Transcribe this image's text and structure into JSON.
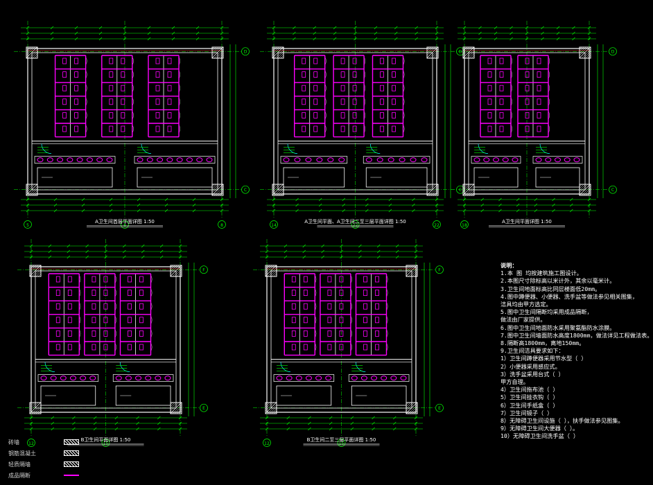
{
  "colors": {
    "background": "#000000",
    "wall": "#ffffff",
    "fixture": "#ff00ff",
    "dimension": "#00ff00",
    "axis": "#00ff00",
    "annotation": "#00ffff",
    "red_axis": "#ff3030",
    "blue": "#3b5cff"
  },
  "plans": [
    {
      "id": "plan-1",
      "title": "A卫生间首层平面详图",
      "scale": "1:50",
      "axes": [
        "5",
        "8",
        "8"
      ],
      "rows": [
        "D",
        "C"
      ]
    },
    {
      "id": "plan-2",
      "title": "A卫生间平面、A卫生间二至三层平面详图",
      "scale": "1:50",
      "axes": [
        "14",
        "22",
        "22"
      ],
      "rows": [
        "D",
        "C"
      ]
    },
    {
      "id": "plan-3",
      "title": "A卫生间平面详图",
      "scale": "1:50",
      "axes": [
        "18"
      ],
      "rows": [
        "D",
        "C"
      ]
    },
    {
      "id": "plan-4",
      "title": "B卫生间平面详图",
      "scale": "1:50",
      "axes": [
        "12",
        "15"
      ],
      "rows": [
        "F",
        "E"
      ]
    },
    {
      "id": "plan-5",
      "title": "B卫生间二至三层平面详图",
      "scale": "1:50",
      "axes": [
        "12",
        "15"
      ],
      "rows": [
        "F",
        "E"
      ]
    }
  ],
  "notes": {
    "heading": "说明：",
    "lines": [
      "1.本 图 均按建筑施工图设计。",
      "2.本图尺寸除标高以米计外，其余以毫米计。",
      "3.卫生间地面标高比同层楼面低20mm。",
      "4.图中蹲便器、小便器、洗手盆等做法参见相关图集，",
      "  洁具均由甲方选定。",
      "5.图中卫生间隔断均采用成品隔断，",
      "  做法由厂家提供。",
      "6.图中卫生间地面防水采用聚氨酯防水涂膜。",
      "7.图中卫生间墙面防水高度1800mm，做法详见工程做法表。",
      "8.隔断高1800mm，离地150mm。",
      "9.卫生间洁具要求如下：",
      "1）卫生间蹲便器采用节水型（        ）",
      "2）小便器采用感应式。",
      "3）洗手盆采用台式（         ）",
      "   甲方自理。",
      "4）卫生间拖布池（        ）",
      "5）卫生间挂衣钩（        ）",
      "6）卫生间手纸盒（        ）",
      "7）卫生间镜子（        ）",
      "8）无障碍卫生间设施（        ），扶手做法参见图集。",
      "9）无障碍卫生间大便器（        ）。",
      "10）无障碍卫生间洗手盆（        ）"
    ]
  },
  "legend": [
    {
      "label": "砖墙",
      "style": "hatch"
    },
    {
      "label": "钢筋混凝土",
      "style": "hatch"
    },
    {
      "label": "轻质隔墙",
      "style": "hatch"
    },
    {
      "label": "成品隔断",
      "style": "mag"
    }
  ]
}
